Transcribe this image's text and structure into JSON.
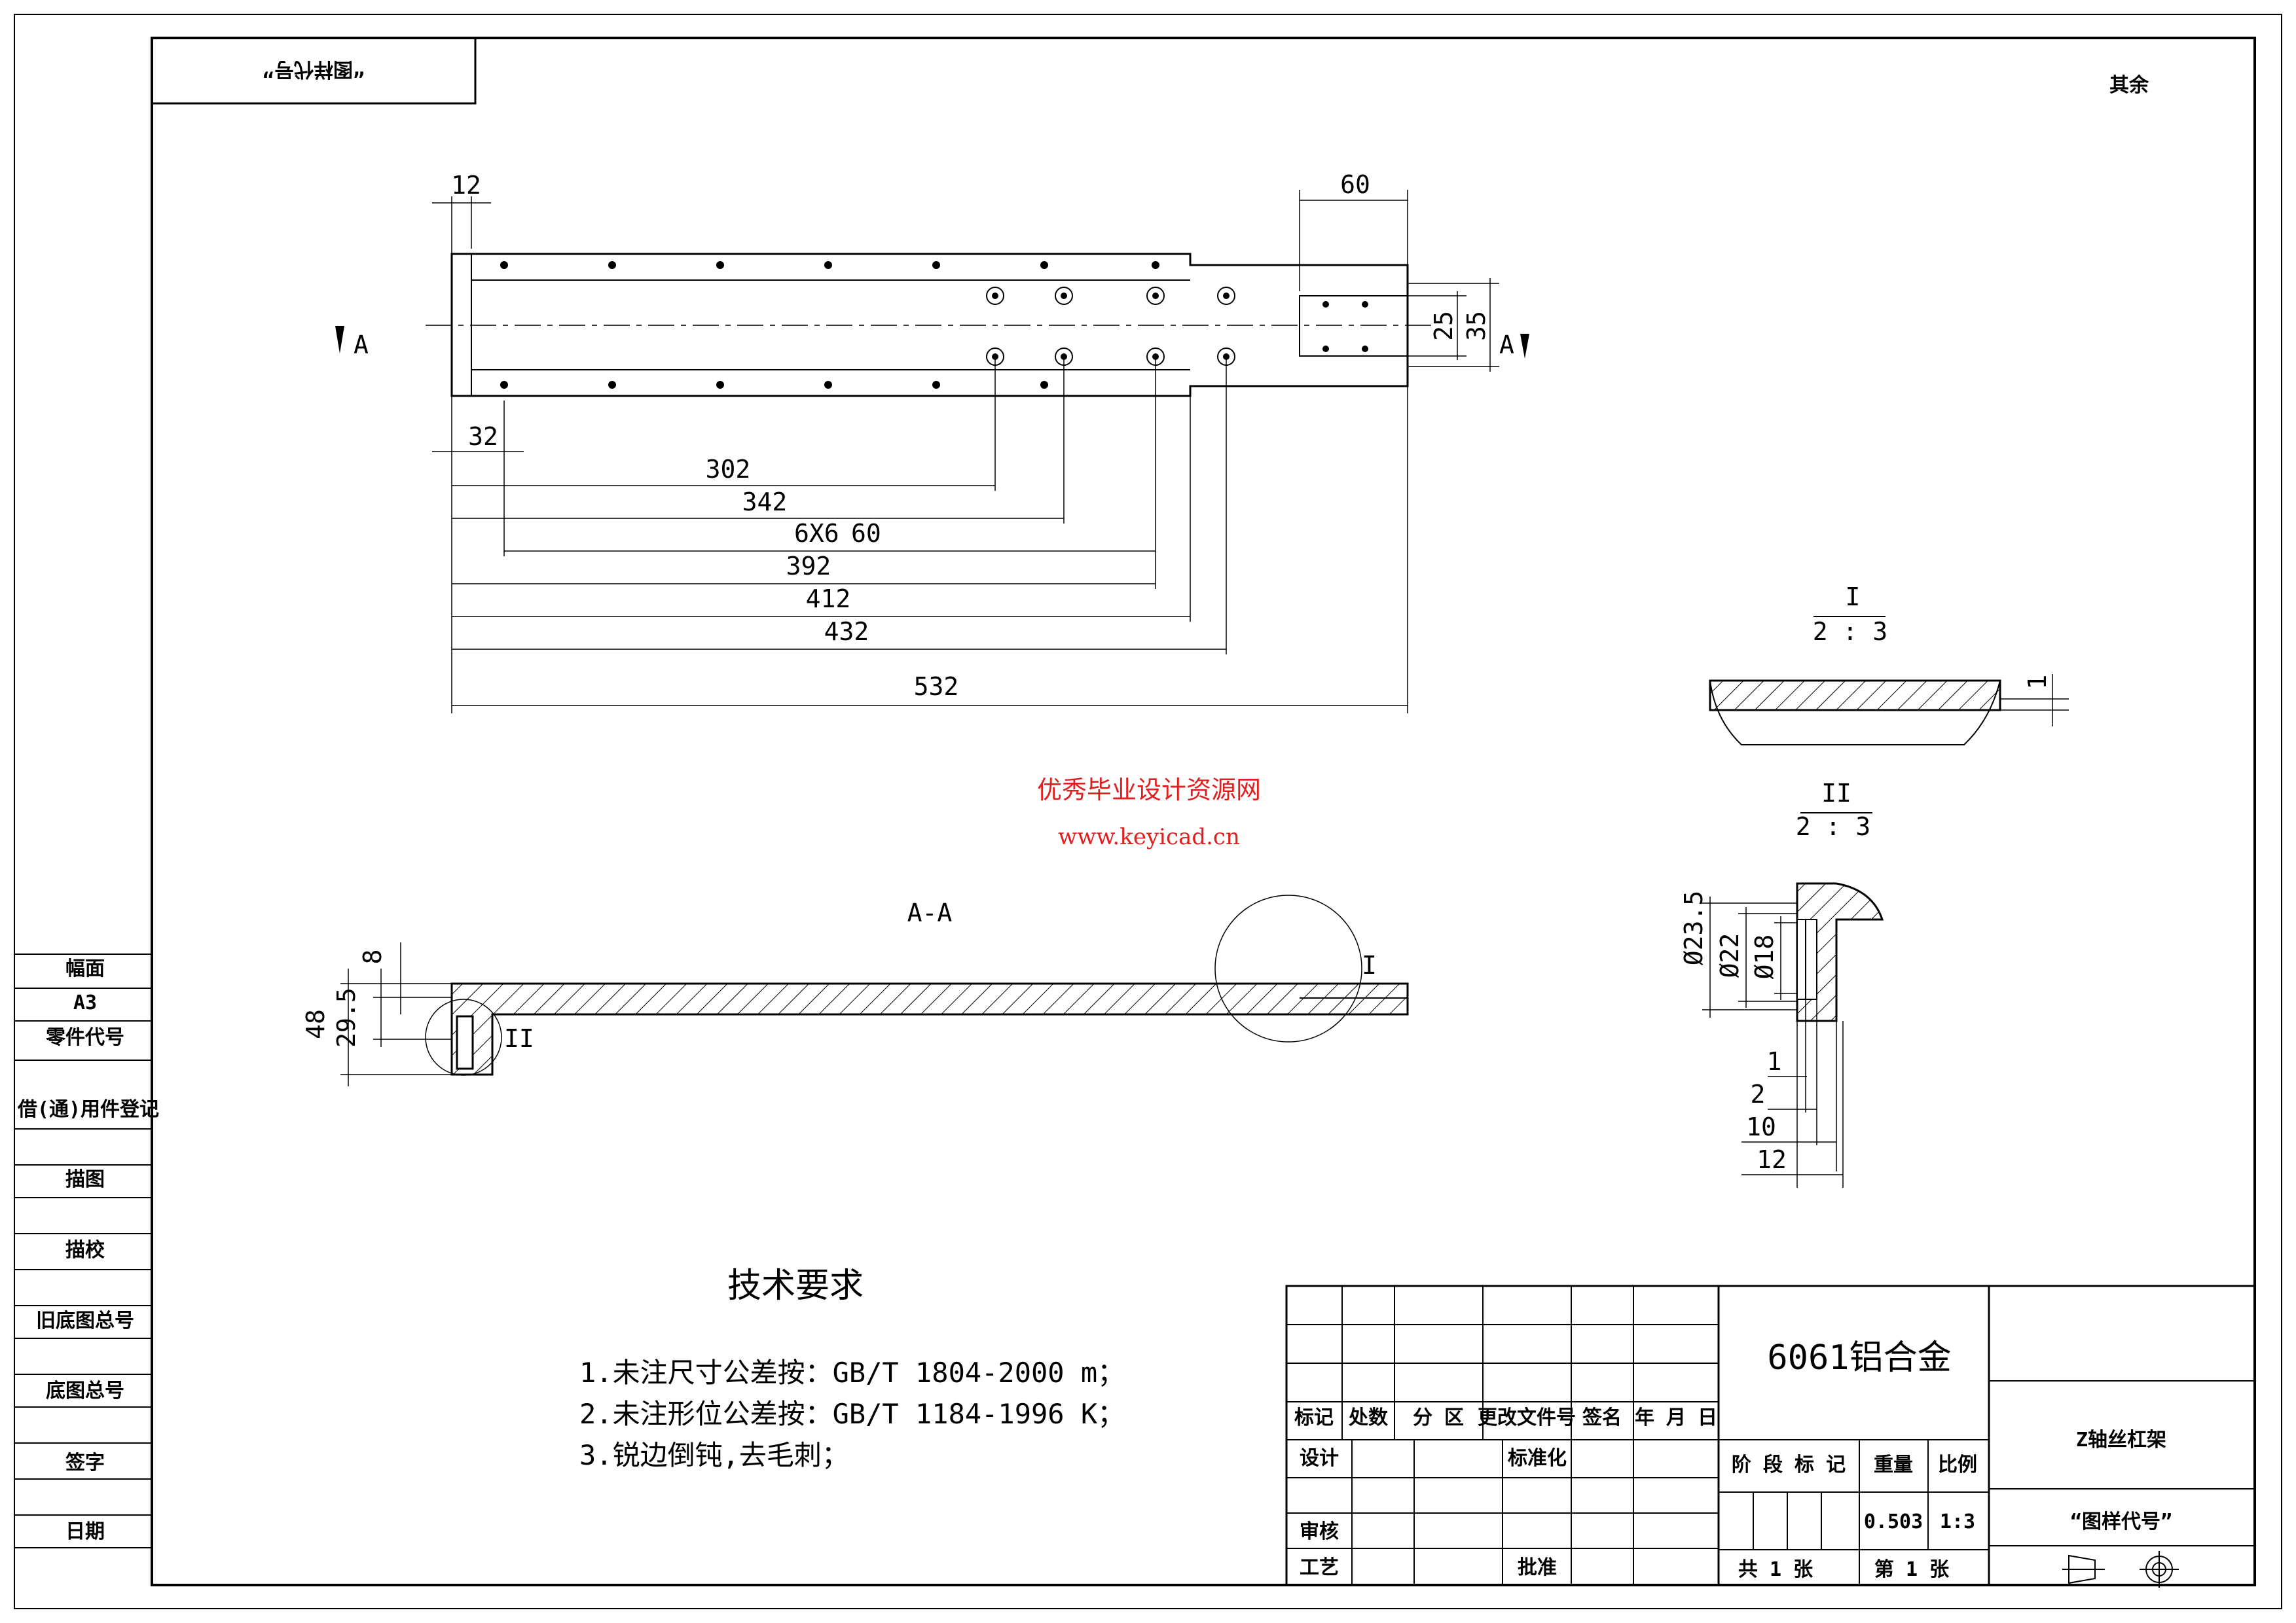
{
  "corner_tag": "“图样代号”",
  "roughness_note": "其余",
  "watermark": {
    "line1": "优秀毕业设计资源网",
    "line2": "www.keyicad.cn"
  },
  "section_marks": {
    "a_left": "A",
    "a_right": "A",
    "section_title": "A-A"
  },
  "dims_top": {
    "d12": "12",
    "d60": "60",
    "d25": "25",
    "d35": "35",
    "d32": "32",
    "d302": "302",
    "d342": "342",
    "hole": "6X6",
    "d60b": "60",
    "d392": "392",
    "d412": "412",
    "d432": "432",
    "d532": "532"
  },
  "dims_section": {
    "d8": "8",
    "d29_5": "29.5",
    "d48": "48",
    "detail1": "I",
    "detail2": "II"
  },
  "detail_I": {
    "label": "I",
    "scale": "2 : 3",
    "d1": "1"
  },
  "detail_II": {
    "label": "II",
    "scale": "2 : 3",
    "dia1": "Ø23.5",
    "dia2": "Ø22",
    "dia3": "Ø18",
    "d1": "1",
    "d2": "2",
    "d10": "10",
    "d12": "12"
  },
  "tech": {
    "title": "技术要求",
    "lines": [
      "1.未注尺寸公差按：GB/T 1804-2000 m；",
      "2.未注形位公差按：GB/T 1184-1996 K；",
      "3.锐边倒钝,去毛刺；"
    ]
  },
  "left_strip": [
    "幅面",
    "A3",
    "零件代号",
    "借(通)用件登记",
    "描图",
    "描校",
    "旧底图总号",
    "底图总号",
    "签字",
    "日期"
  ],
  "title_block": {
    "material": "6061铝合金",
    "part_name": "Z轴丝杠架",
    "drawing_no": "“图样代号”",
    "rev_headers": [
      "标记",
      "处数",
      "分 区",
      "更改文件号",
      "签名",
      "年 月 日"
    ],
    "design": "设计",
    "standard": "标准化",
    "check": "审核",
    "process": "工艺",
    "approve": "批准",
    "stage": "阶 段 标 记",
    "weight_label": "重量",
    "scale_label": "比例",
    "weight": "0.503",
    "scale": "1:3",
    "total_sheets": "共 1 张",
    "sheet_no": "第 1 张"
  }
}
